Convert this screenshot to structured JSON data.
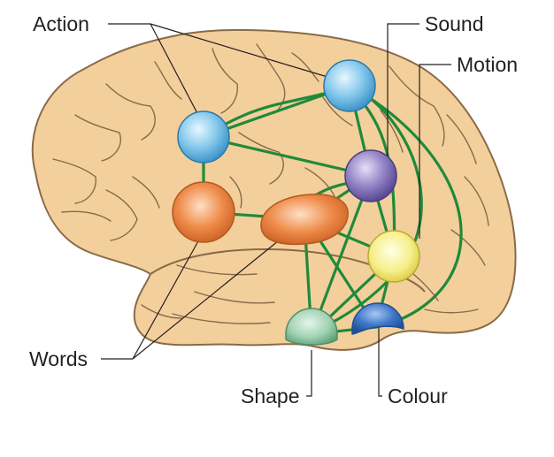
{
  "labels": {
    "action": "Action",
    "sound": "Sound",
    "motion": "Motion",
    "words": "Words",
    "shape": "Shape",
    "colour": "Colour"
  },
  "colors": {
    "brain_fill": "#f3cf9c",
    "brain_outline": "#8a6a48",
    "network": "#1f8a3a",
    "action_node": "#7fc6ea",
    "sound_node": "#8e7fc0",
    "motion_node": "#f6ee86",
    "shape_node": "#98ccac",
    "colour_node": "#3f78c8",
    "words_node": "#ee8a48"
  }
}
